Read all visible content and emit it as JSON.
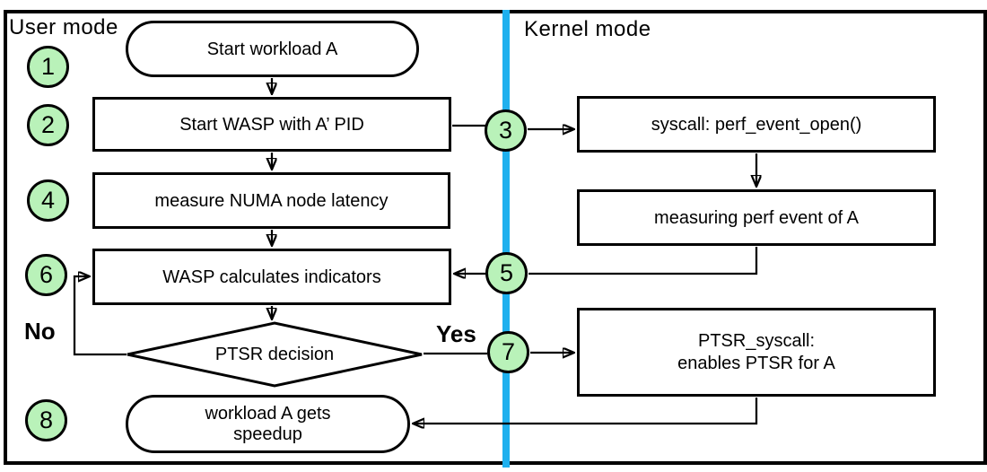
{
  "diagram": {
    "title_left": "User mode",
    "title_right": "Kernel mode",
    "branch_labels": {
      "no": "No",
      "yes": "Yes"
    },
    "nodes": {
      "start": "Start workload A",
      "wasp_start": "Start WASP with A’ PID",
      "numa": "measure NUMA node latency",
      "wasp_calc": "WASP calculates indicators",
      "decision": "PTSR decision",
      "speedup_line1": "workload A gets",
      "speedup_line2": "speedup",
      "syscall": "syscall: perf_event_open()",
      "measuring": "measuring perf event of A",
      "ptsr_line1": "PTSR_syscall:",
      "ptsr_line2": "enables PTSR for A"
    },
    "steps": {
      "s1": "1",
      "s2": "2",
      "s3": "3",
      "s4": "4",
      "s5": "5",
      "s6": "6",
      "s7": "7",
      "s8": "8"
    }
  },
  "colors": {
    "step_circle_fill": "#b9f2b9",
    "divider_blue": "#1fb0ee",
    "outline": "#000000",
    "background": "#ffffff"
  }
}
